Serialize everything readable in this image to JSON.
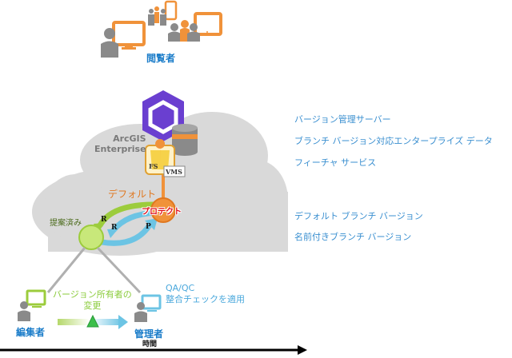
{
  "diagram": {
    "viewers_label": "閲覧者",
    "arcgis_label_line1": "ArcGIS",
    "arcgis_label_line2": "Enterprise",
    "fs_badge": "FS",
    "vms_badge": "VMS",
    "default_label": "デフォルト",
    "protected_label": "プロテクト",
    "proposed_label": "提案済み",
    "arrow_r1": "R",
    "arrow_r2": "R",
    "arrow_p": "P",
    "editor_label": "編集者",
    "admin_label": "管理者",
    "owner_change_line1": "バージョン所有者の",
    "owner_change_line2": "変更",
    "qa_line1": "QA/QC",
    "qa_line2": "整合チェックを適用",
    "time_label": "時間"
  },
  "legend": {
    "items": [
      "バージョン管理サーバー",
      "ブランチ バージョン対応エンタープライズ データ",
      "フィーチャ サービス",
      "デフォルト ブランチ バージョン",
      "名前付きブランチ バージョン"
    ]
  },
  "colors": {
    "orange": "#f0923a",
    "green": "#9ccc3c",
    "light_green": "#c8e87a",
    "blue": "#6cc4e4",
    "purple": "#6a3fd0",
    "cloud": "#d9d9d9",
    "label_blue": "#1a7cc9",
    "red": "#e0101a"
  }
}
